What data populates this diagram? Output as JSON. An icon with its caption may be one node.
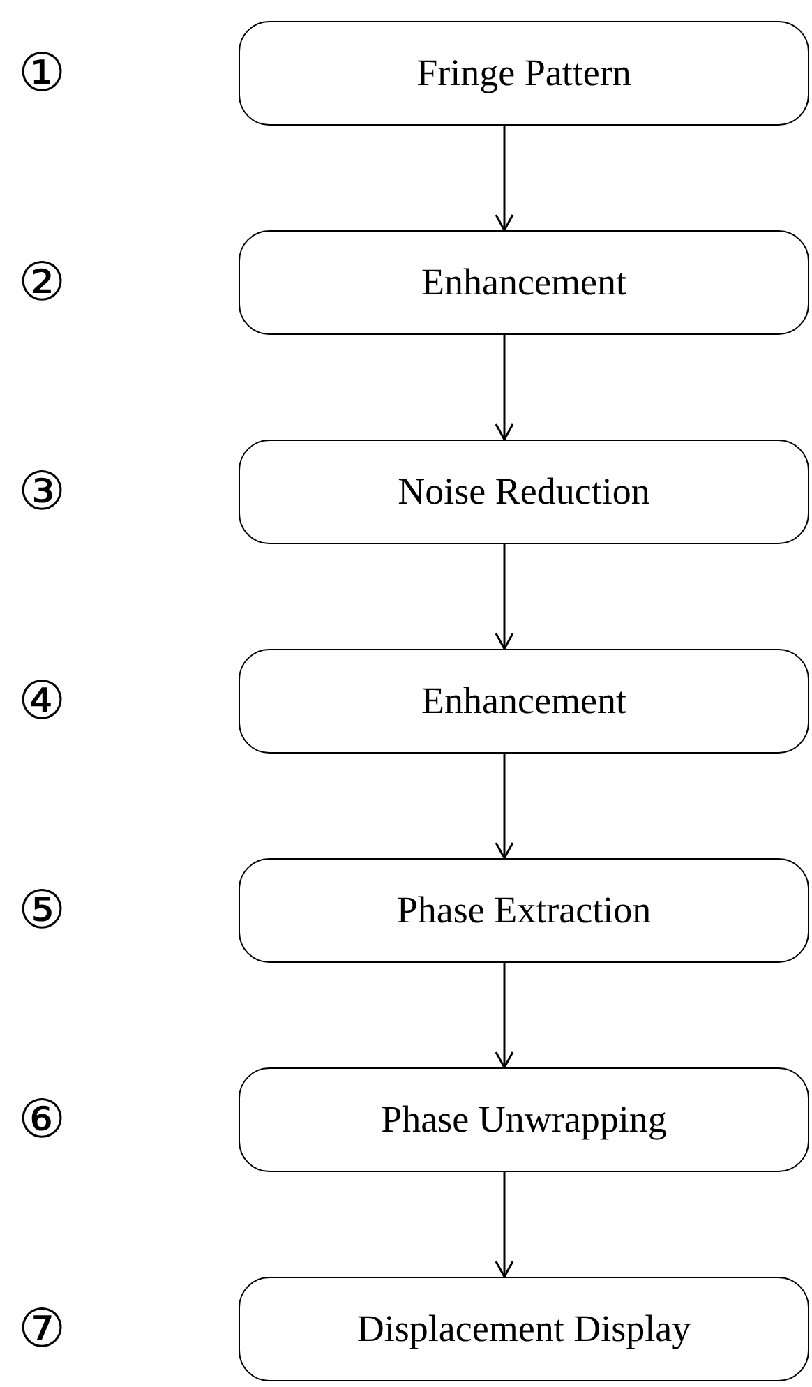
{
  "diagram": {
    "nodes": [
      {
        "text": [
          "Fringe Pattern"
        ]
      },
      {
        "text": [
          "Enhancement"
        ]
      },
      {
        "text": [
          "Noise Reduction"
        ]
      },
      {
        "text": [
          "Enhancement"
        ]
      },
      {
        "text": [
          "Phase Extraction"
        ]
      },
      {
        "text": [
          "Phase Unwrapping"
        ]
      },
      {
        "text": [
          "Displacement Display"
        ]
      }
    ],
    "edges": [
      {
        "from": 0,
        "to": 1,
        "arrow": "to"
      },
      {
        "from": 1,
        "to": 2,
        "arrow": "to"
      },
      {
        "from": 2,
        "to": 3,
        "arrow": "to"
      },
      {
        "from": 3,
        "to": 4,
        "arrow": "to"
      },
      {
        "from": 4,
        "to": 5,
        "arrow": "to"
      },
      {
        "from": 5,
        "to": 6,
        "arrow": "to"
      }
    ],
    "labels": [
      "①",
      "②",
      "③",
      "④",
      "⑤",
      "⑥",
      "⑦"
    ]
  }
}
